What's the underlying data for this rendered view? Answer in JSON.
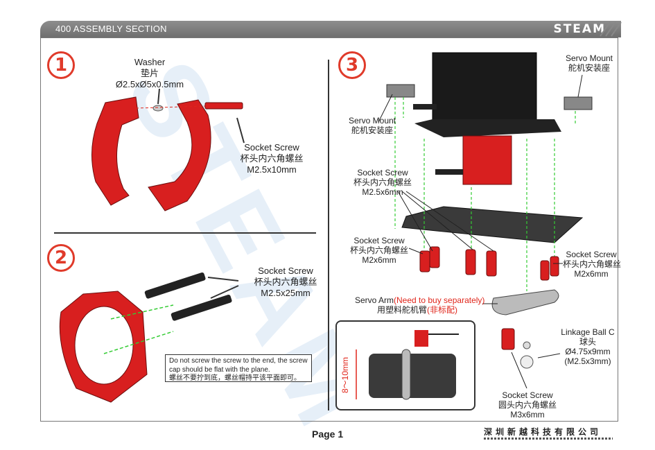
{
  "header": {
    "title": "400 ASSEMBLY SECTION",
    "brand": "STEAM"
  },
  "steps": {
    "s1": "1",
    "s2": "2",
    "s3": "3"
  },
  "labels": {
    "washer_en": "Washer",
    "washer_cn": "垫片",
    "washer_size": "Ø2.5xØ5x0.5mm",
    "s1_screw_en": "Socket Screw",
    "s1_screw_cn": "杯头内六角螺丝",
    "s1_screw_size": "M2.5x10mm",
    "s2_screw_en": "Socket Screw",
    "s2_screw_cn": "杯头内六角螺丝",
    "s2_screw_size": "M2.5x25mm",
    "note_en": "Do not screw the screw to the end, the screw cap should be flat with the plane.",
    "note_cn": "螺丝不要拧到底，螺丝帽持平该平面即可。",
    "servo_mount_left_en": "Servo Mount",
    "servo_mount_left_cn": "舵机安装座",
    "servo_mount_right_en": "Servo Mount",
    "servo_mount_right_cn": "舵机安装座",
    "s3_screw_a_en": "Socket Screw",
    "s3_screw_a_cn": "杯头内六角螺丝",
    "s3_screw_a_size": "M2.5x6mm",
    "s3_screw_b_en": "Socket Screw",
    "s3_screw_b_cn": "杯头内六角螺丝",
    "s3_screw_b_size": "M2x6mm",
    "s3_screw_c_en": "Socket Screw",
    "s3_screw_c_cn": "杯头内六角螺丝",
    "s3_screw_c_size": "M2x6mm",
    "servo_arm_en": "Servo Arm",
    "servo_arm_note": "(Need to buy separately)",
    "servo_arm_cn": "用塑料舵机臂",
    "servo_arm_cn_note": "(非标配)",
    "ball_en": "Linkage Ball C",
    "ball_cn": "球头",
    "ball_size": "Ø4.75x9mm",
    "ball_size2": "(M2.5x3mm)",
    "s3_screw_d_en": "Socket Screw",
    "s3_screw_d_cn": "圆头内六角螺丝",
    "s3_screw_d_size": "M3x6mm",
    "inset_dim": "8～10mm"
  },
  "footer": {
    "page": "Page 1",
    "company": "深圳新越科技有限公司"
  },
  "colors": {
    "accent": "#e03a2a",
    "header_bg": "#7c7c7c",
    "part_red": "#d81f1f",
    "guide_green": "#33cc33"
  }
}
